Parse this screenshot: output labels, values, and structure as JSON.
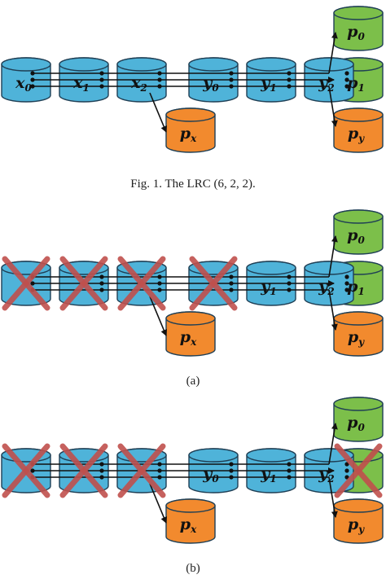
{
  "caption_fig1": "Fig. 1.    The LRC (6, 2, 2).",
  "panel_labels": [
    "(a)",
    "(b)"
  ],
  "colors": {
    "data_node": "#4fb3d9",
    "local_parity": "#f28a2e",
    "global_parity": "#7cbf4a",
    "failure_mark": "#c0504d",
    "outline": "#1f3f55",
    "connector": "#111111"
  },
  "data_nodes": [
    {
      "id": "x0",
      "base": "x",
      "sub": "0"
    },
    {
      "id": "x1",
      "base": "x",
      "sub": "1"
    },
    {
      "id": "x2",
      "base": "x",
      "sub": "2"
    },
    {
      "id": "y0",
      "base": "y",
      "sub": "0"
    },
    {
      "id": "y1",
      "base": "y",
      "sub": "1"
    },
    {
      "id": "y2",
      "base": "y",
      "sub": "2"
    }
  ],
  "local_parities": [
    {
      "id": "px",
      "base": "p",
      "sub": "x"
    },
    {
      "id": "py",
      "base": "p",
      "sub": "y"
    }
  ],
  "global_parities": [
    {
      "id": "p0",
      "base": "p",
      "sub": "0"
    },
    {
      "id": "p1",
      "base": "p",
      "sub": "1"
    }
  ],
  "panels": [
    {
      "name": "fig1",
      "failed": []
    },
    {
      "name": "a",
      "failed": [
        "x0",
        "x1",
        "x2",
        "y0"
      ]
    },
    {
      "name": "b",
      "failed": [
        "x0",
        "x1",
        "x2",
        "p1"
      ]
    }
  ]
}
